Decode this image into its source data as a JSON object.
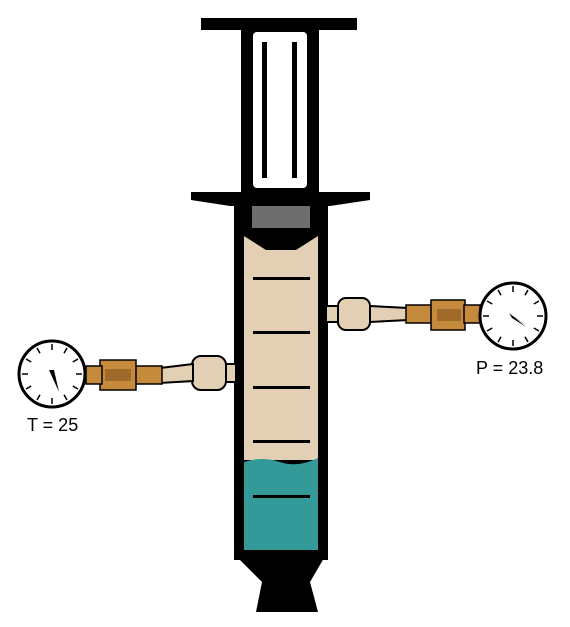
{
  "gauges": {
    "temperature": {
      "label": "T = 25",
      "needle_icon": "gauge-needle-icon"
    },
    "pressure": {
      "label": "P = 23.8",
      "needle_icon": "gauge-needle-icon"
    }
  },
  "syringe": {
    "graduation_marks": 5
  },
  "colors": {
    "outline": "#000000",
    "gas": "#e3cfb4",
    "liquid": "#339999",
    "plunger_seal": "#6e6e6e",
    "fitting": "#c68a3c",
    "fitting_core": "#a06a2a",
    "tube": "#e3cfb4",
    "background": "#ffffff"
  }
}
